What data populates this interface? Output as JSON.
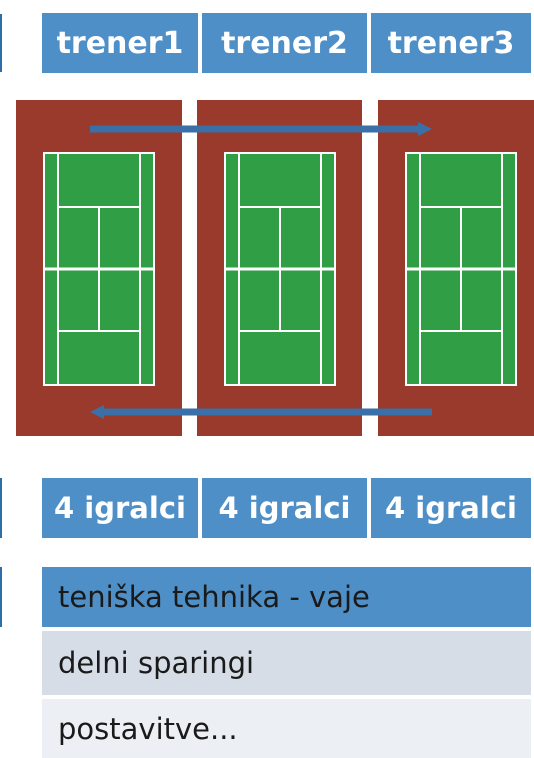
{
  "trainers": [
    "trener1",
    "trener2",
    "trener3"
  ],
  "player_counts": [
    "4 igralci",
    "4 igralci",
    "4 igralci"
  ],
  "rows": [
    {
      "label": "teniška tehnika -  vaje",
      "highlight": "#4f8fc7"
    },
    {
      "label": "delni sparingi",
      "highlight": "#d6dde6"
    },
    {
      "label": "postavitve...",
      "highlight": "#ecf0f4"
    }
  ],
  "colors": {
    "header_blue": "#4f8fc7",
    "clay": "#9a3a2c",
    "court_green": "#2f9e44",
    "arrow_blue": "#3a6fa8"
  },
  "icons": [
    "arrow-right-icon",
    "arrow-left-icon",
    "tennis-court-icon"
  ]
}
